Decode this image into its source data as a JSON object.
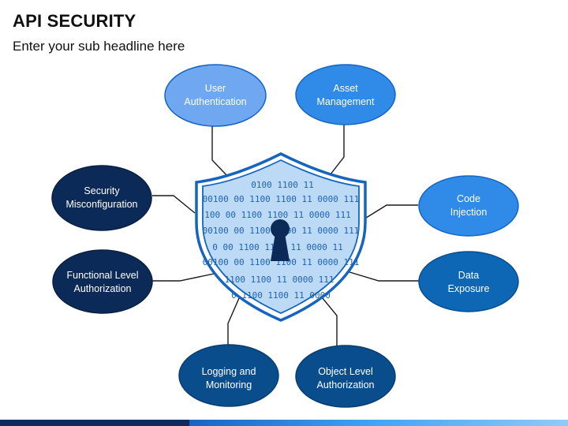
{
  "title": "API SECURITY",
  "subtitle": "Enter your sub headline here",
  "colors": {
    "light_blue": "#6fa8f0",
    "bright_blue": "#2f8ae8",
    "mid_blue": "#0d67b5",
    "dark_blue": "#0a4d8c",
    "navy": "#0c2a57",
    "shield_fill": "#bcdaf5",
    "shield_stroke": "#1565c0"
  },
  "center": {
    "icon": "shield-keyhole-icon",
    "binary_rows": [
      "0100 1100 11",
      "00100 00 1100 1100 11 0000 111",
      "100 00 1100 1100 11 0000 111",
      "00100 00 1100 1100 11 0000 111",
      "0 00 1100 1100 11 0000 11",
      "00100 00 1100 1100 11 0000 111",
      "1100 1100 11 0000 111",
      "0 1100 1100 11 0000"
    ]
  },
  "nodes": {
    "user_authentication": [
      "User",
      "Authentication"
    ],
    "asset_management": [
      "Asset",
      "Management"
    ],
    "security_misconfiguration": [
      "Security",
      "Misconfiguration"
    ],
    "code_injection": [
      "Code",
      "Injection"
    ],
    "functional_level_authorization": [
      "Functional Level",
      "Authorization"
    ],
    "data_exposure": [
      "Data",
      "Exposure"
    ],
    "logging_and_monitoring": [
      "Logging and",
      "Monitoring"
    ],
    "object_level_authorization": [
      "Object Level",
      "Authorization"
    ]
  }
}
